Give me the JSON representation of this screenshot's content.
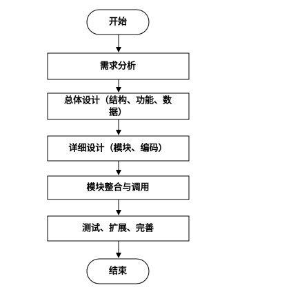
{
  "flowchart": {
    "start": {
      "label": "开始"
    },
    "steps": [
      {
        "lines": [
          "需求分析"
        ]
      },
      {
        "lines": [
          "总体设计（结构、功能、数",
          "据）"
        ]
      },
      {
        "lines": [
          "详细设计（模块、编码）"
        ]
      },
      {
        "lines": [
          "模块整合与调用"
        ]
      },
      {
        "lines": [
          "测试、扩展、完善"
        ]
      }
    ],
    "end": {
      "label": "结束"
    }
  },
  "colors": {
    "stroke": "#000000",
    "fill": "#ffffff",
    "text": "#000000"
  }
}
